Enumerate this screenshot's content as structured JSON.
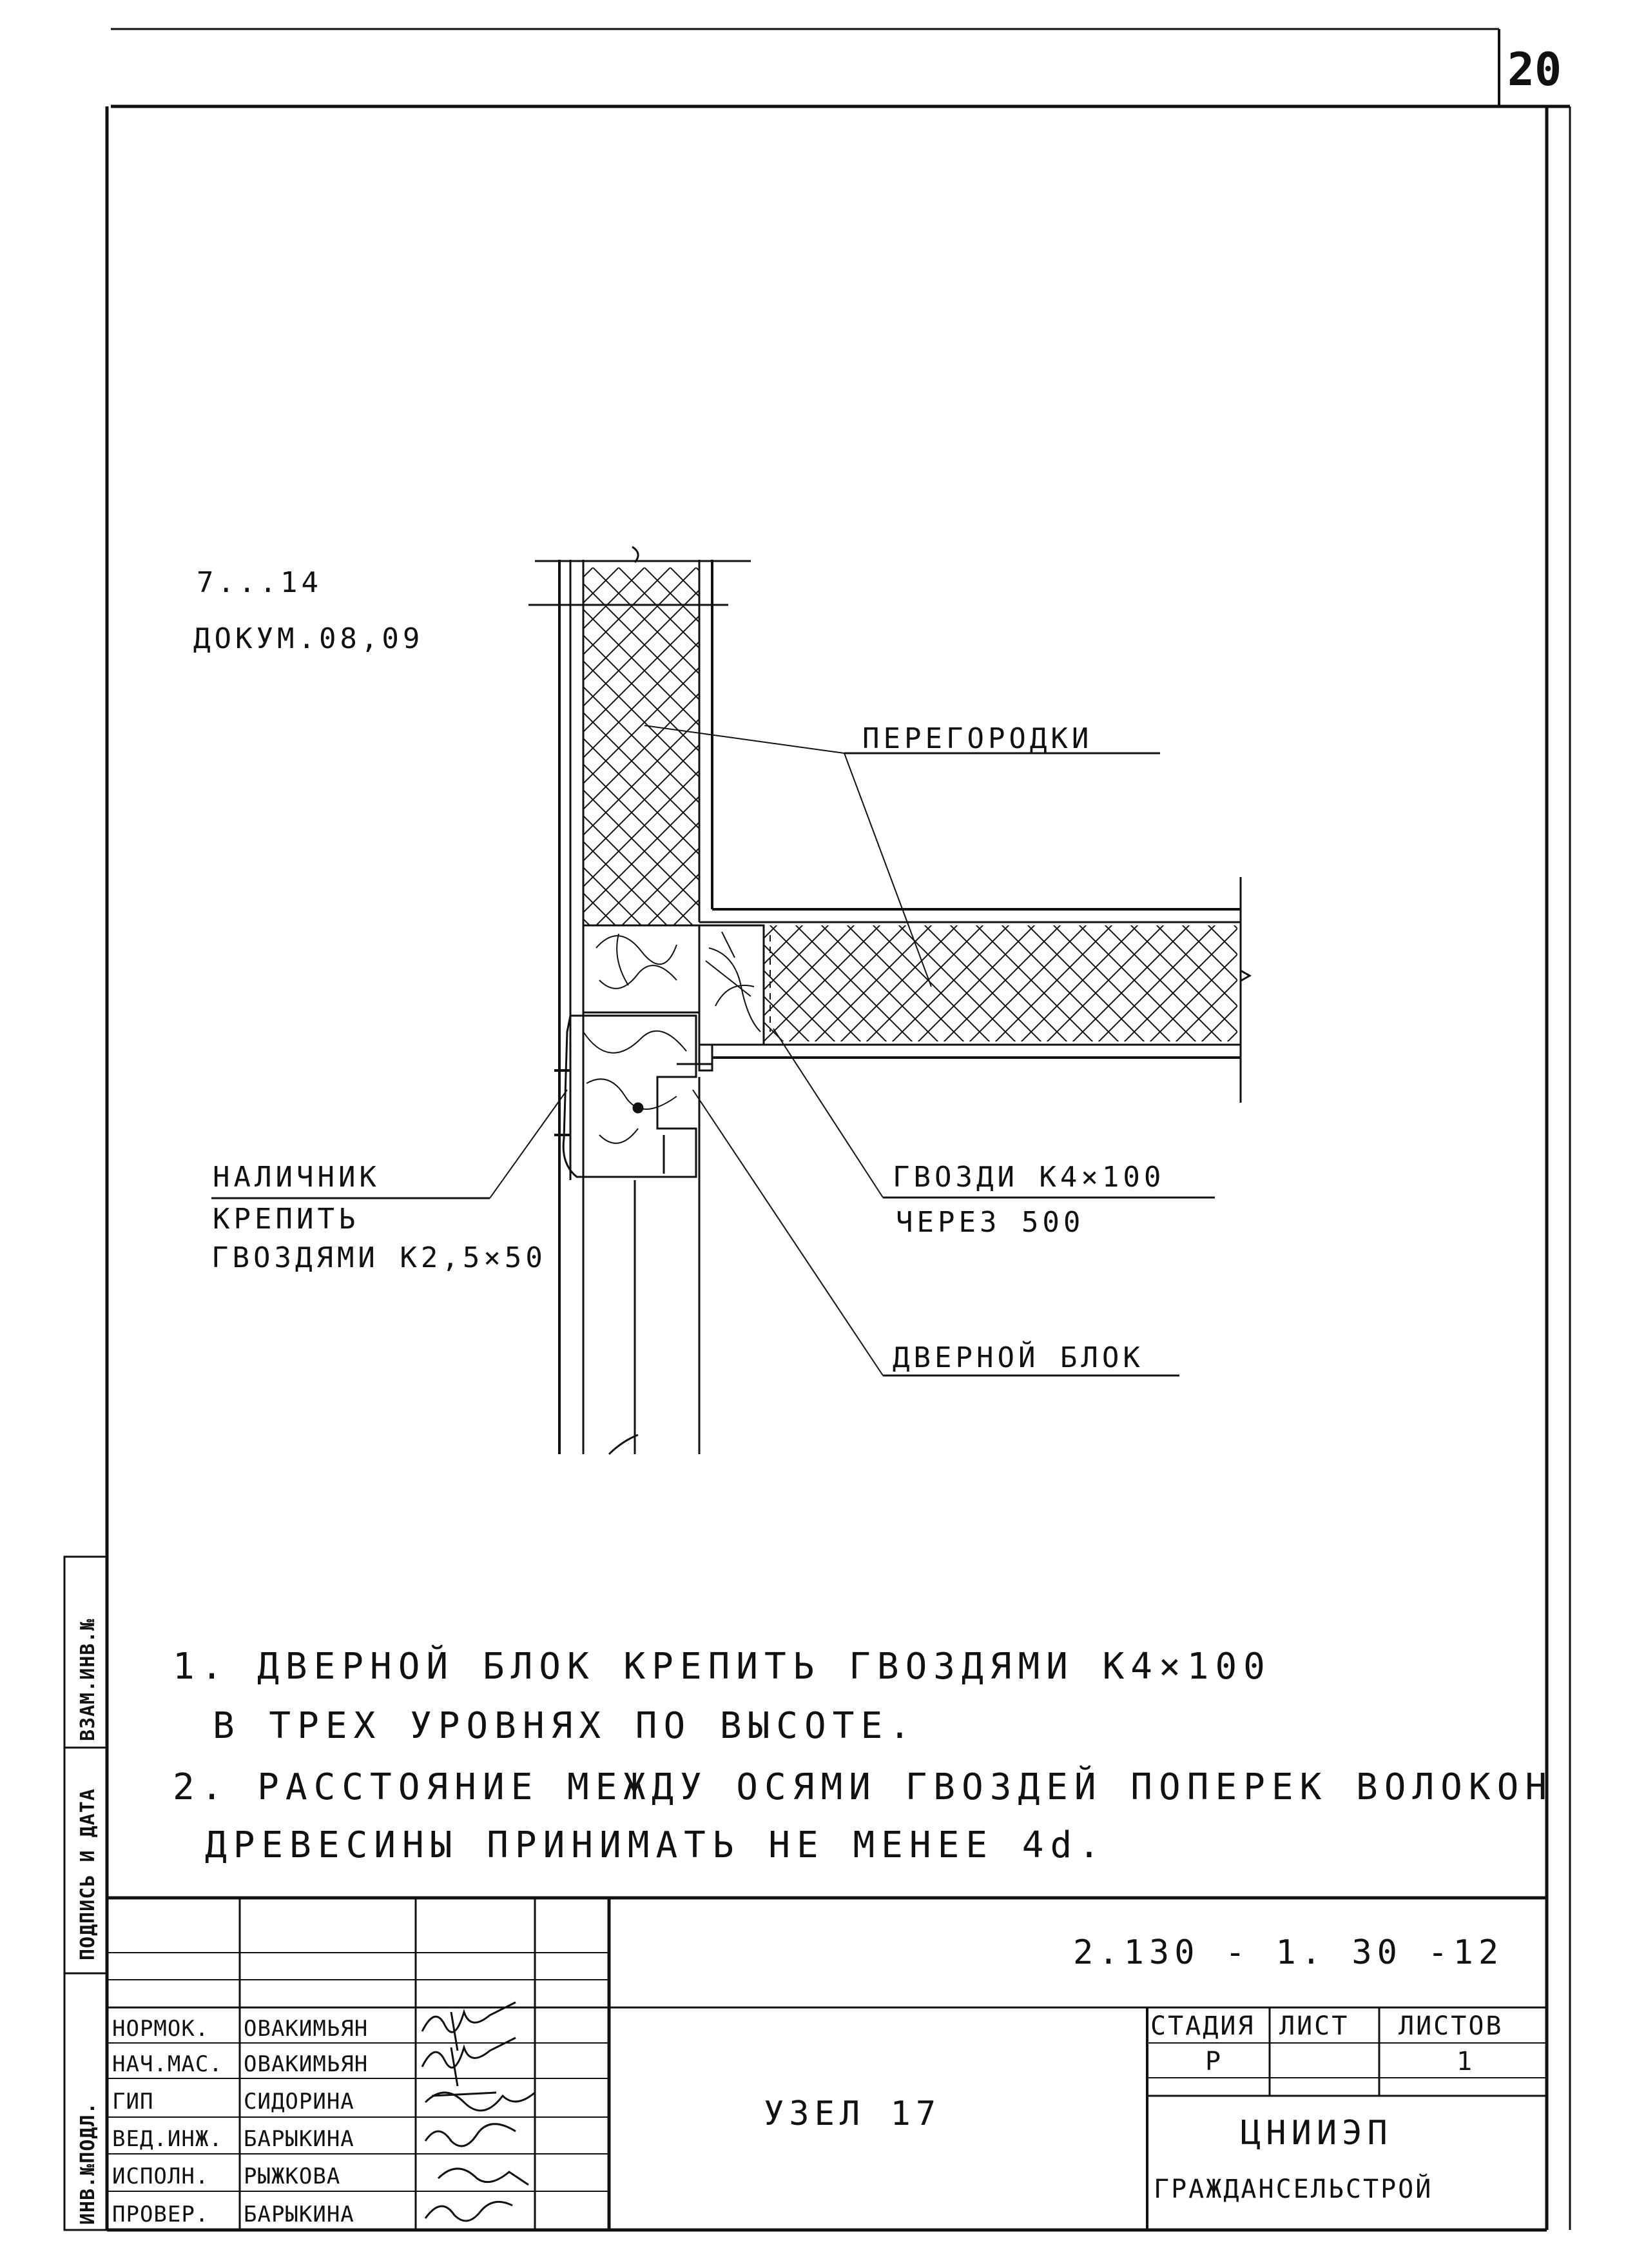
{
  "sheet": {
    "number": "20"
  },
  "drawing": {
    "ref": {
      "line1": "7...14",
      "line2": "ДОКУМ.08,09"
    },
    "partition": "ПЕРЕГОРОДКИ",
    "casing": {
      "line1": "НАЛИЧНИК",
      "line2": "КРЕПИТЬ",
      "line3": "ГВОЗДЯМИ К2,5×50"
    },
    "nails": {
      "line1": "ГВОЗДИ К4×100",
      "line2": "ЧЕРЕЗ 500"
    },
    "door_block": "ДВЕРНОЙ БЛОК"
  },
  "notes": [
    "1. ДВЕРНОЙ БЛОК КРЕПИТЬ ГВОЗДЯМИ К4×100",
    "В ТРЕХ УРОВНЯХ ПО ВЫСОТЕ.",
    "2. РАССТОЯНИЕ МЕЖДУ ОСЯМИ ГВОЗДЕЙ ПОПЕРЕК ВОЛОКОН",
    "ДРЕВЕСИНЫ ПРИНИМАТЬ НЕ МЕНЕЕ 4d."
  ],
  "side_stamp": {
    "inv_podl": "ИНВ.№ПОДЛ.",
    "sign_date": "ПОДПИСЬ И ДАТА",
    "vzam": "ВЗАМ.ИНВ.№"
  },
  "title_block": {
    "code": "2.130 - 1. 30 -12",
    "title": "УЗЕЛ 17",
    "people": [
      {
        "role": "НОРМОК.",
        "name": "ОВАКИМЬЯН"
      },
      {
        "role": "НАЧ.МАС.",
        "name": "ОВАКИМЬЯН"
      },
      {
        "role": "ГИП",
        "name": "СИДОРИНА"
      },
      {
        "role": "ВЕД.ИНЖ.",
        "name": "БАРЫКИНА"
      },
      {
        "role": "ИСПОЛН.",
        "name": "РЫЖКОВА"
      },
      {
        "role": "ПРОВЕР.",
        "name": "БАРЫКИНА"
      }
    ],
    "stage_header": "СТАДИЯ",
    "sheet_header": "ЛИСТ",
    "sheets_header": "ЛИСТОВ",
    "stage_value": "Р",
    "sheet_value": "",
    "sheets_value": "1",
    "org_line1": "ЦНИИЭП",
    "org_line2": "ГРАЖДАНСЕЛЬСТРОЙ"
  }
}
